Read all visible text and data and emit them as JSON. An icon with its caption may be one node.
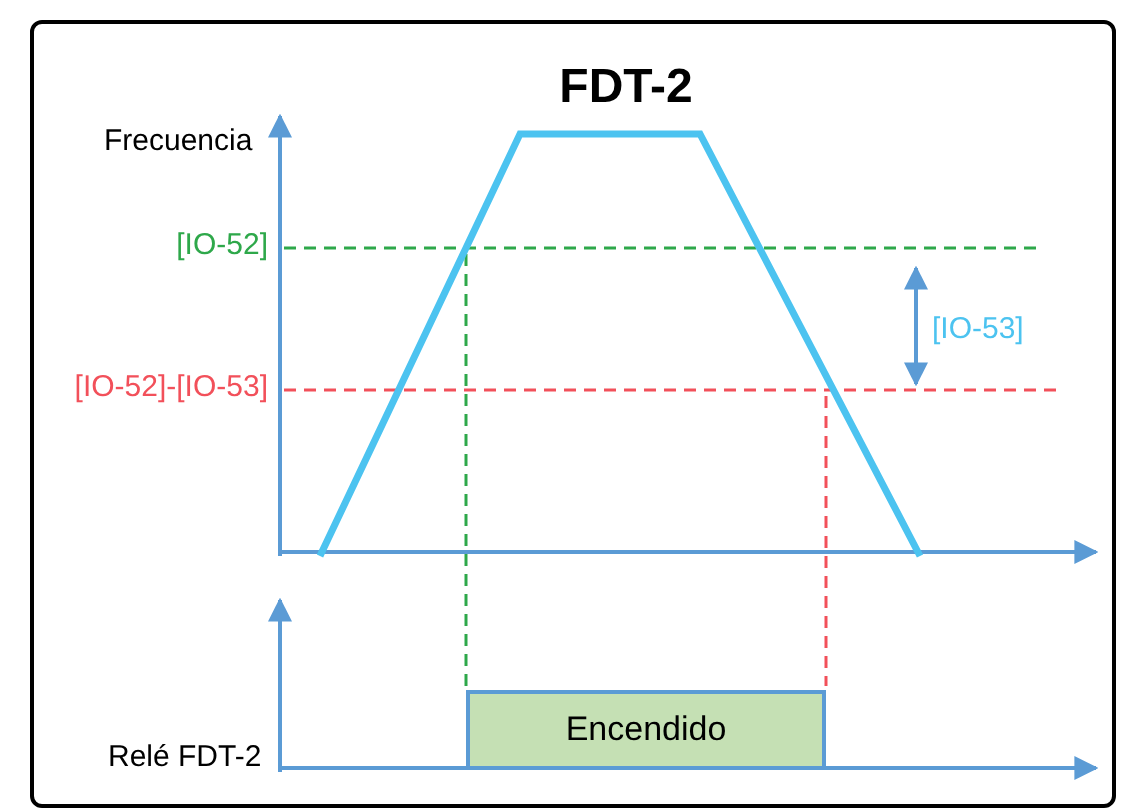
{
  "diagram": {
    "title": "FDT-2",
    "nodes": [
      {
        "text": [
          "Encendido"
        ]
      }
    ],
    "labels": [
      "Frecuencia",
      "[IO-52]",
      "[IO-53]",
      "[IO-52]-[IO-53]",
      "Relé FDT-2"
    ]
  }
}
